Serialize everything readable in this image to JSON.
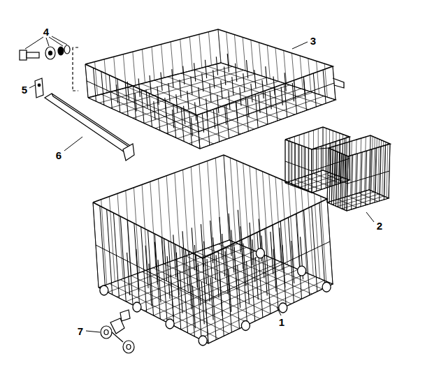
{
  "diagram": {
    "labels": [
      "4",
      "3",
      "5",
      "6",
      "2",
      "1",
      "7"
    ]
  }
}
